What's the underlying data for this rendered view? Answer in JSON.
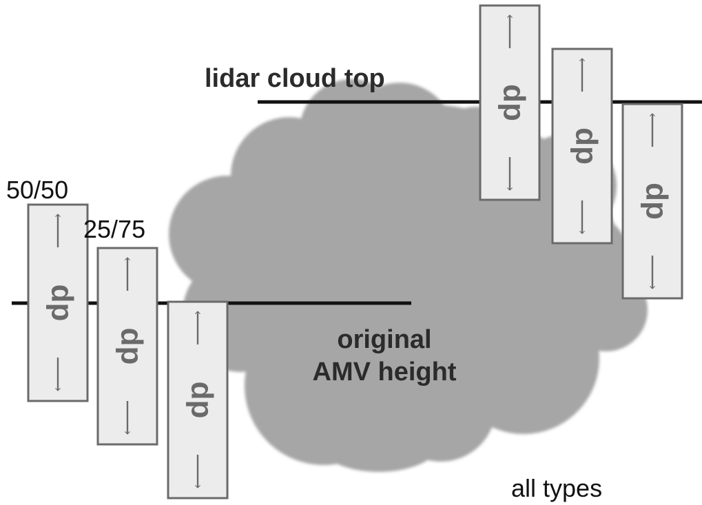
{
  "labels": {
    "lidar_cloud_top": "lidar cloud top",
    "amv_line1": "original",
    "amv_line2": "AMV height",
    "ratio_50": "50/50",
    "ratio_25": "25/75",
    "all_types": "all types"
  },
  "box_label": "dp",
  "colors": {
    "cloud": "#a6a6a6",
    "box_fill": "#ececec",
    "box_stroke": "#6a6a6a",
    "line": "#111111"
  }
}
